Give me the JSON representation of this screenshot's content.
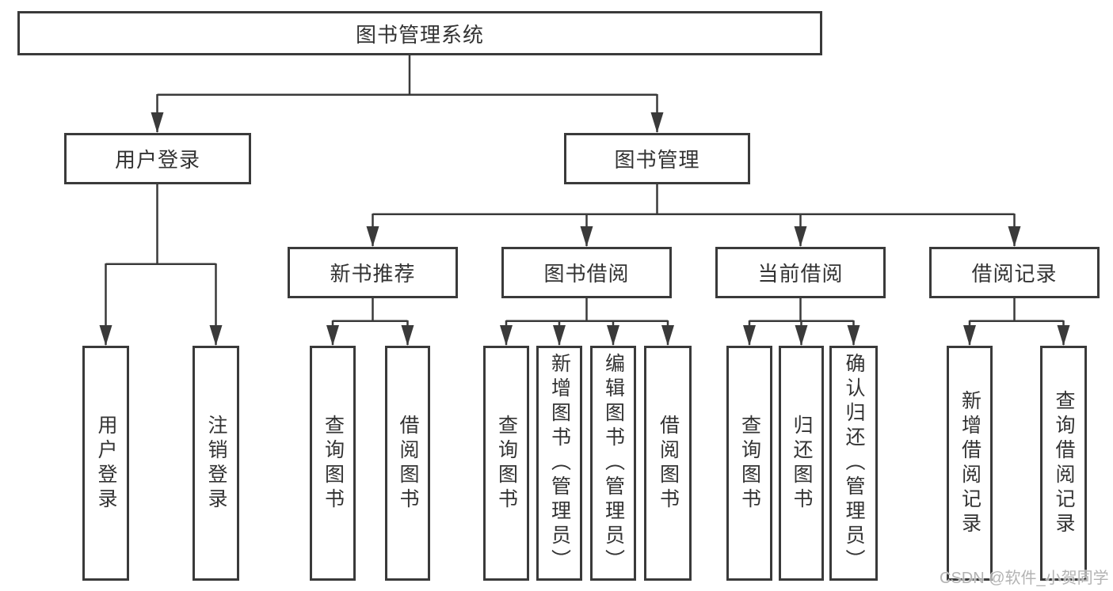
{
  "diagram_type": "function-tree",
  "colors": {
    "line": "#3a3a3a",
    "border": "#3a3a3a",
    "text": "#333333",
    "background": "#ffffff",
    "watermark": "#acacac"
  },
  "tree": {
    "root": {
      "label": "图书管理系统"
    },
    "user_login": {
      "label": "用户登录",
      "children": [
        {
          "label": "用户登录"
        },
        {
          "label": "注销登录"
        }
      ]
    },
    "book_mgmt": {
      "label": "图书管理",
      "children": [
        {
          "label": "新书推荐",
          "children": [
            {
              "label": "查询图书"
            },
            {
              "label": "借阅图书"
            }
          ]
        },
        {
          "label": "图书借阅",
          "children": [
            {
              "label": "查询图书"
            },
            {
              "label": "新增图书（管理员）"
            },
            {
              "label": "编辑图书（管理员）"
            },
            {
              "label": "借阅图书"
            }
          ]
        },
        {
          "label": "当前借阅",
          "children": [
            {
              "label": "查询图书"
            },
            {
              "label": "归还图书"
            },
            {
              "label": "确认归还（管理员）"
            }
          ]
        },
        {
          "label": "借阅记录",
          "children": [
            {
              "label": "新增借阅记录"
            },
            {
              "label": "查询借阅记录"
            }
          ]
        }
      ]
    }
  },
  "watermark": {
    "text": "CSDN @软件_小贺同学"
  }
}
